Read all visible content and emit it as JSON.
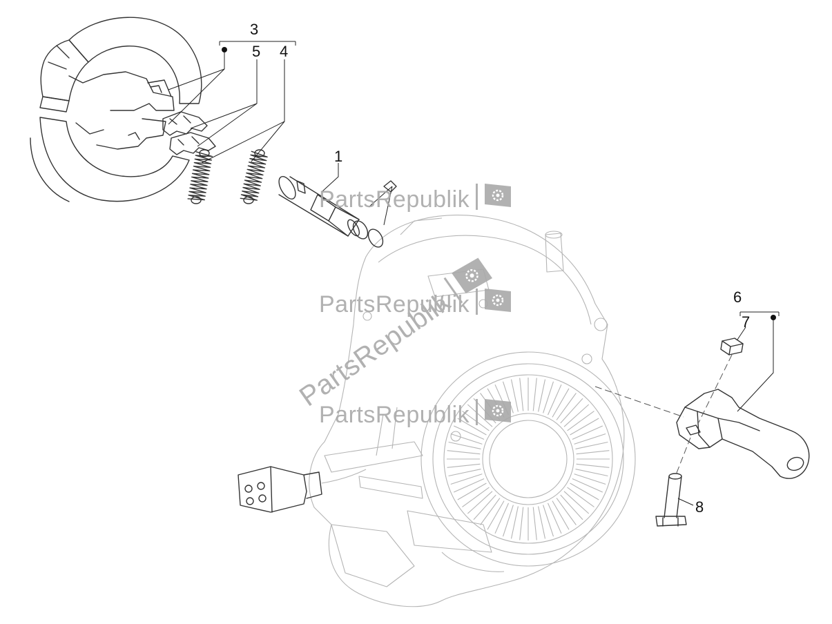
{
  "callouts": {
    "c1": "1",
    "c3": "3",
    "c4": "4",
    "c5": "5",
    "c6": "6",
    "c7": "7",
    "c8": "8"
  },
  "watermark": {
    "text": "PartsRepublik",
    "color": "#a9a9a9",
    "icon": "gear-flag-icon"
  },
  "colors": {
    "line_art": "#333333",
    "faint_art": "#b4b4b4",
    "callout_text": "#111111"
  }
}
